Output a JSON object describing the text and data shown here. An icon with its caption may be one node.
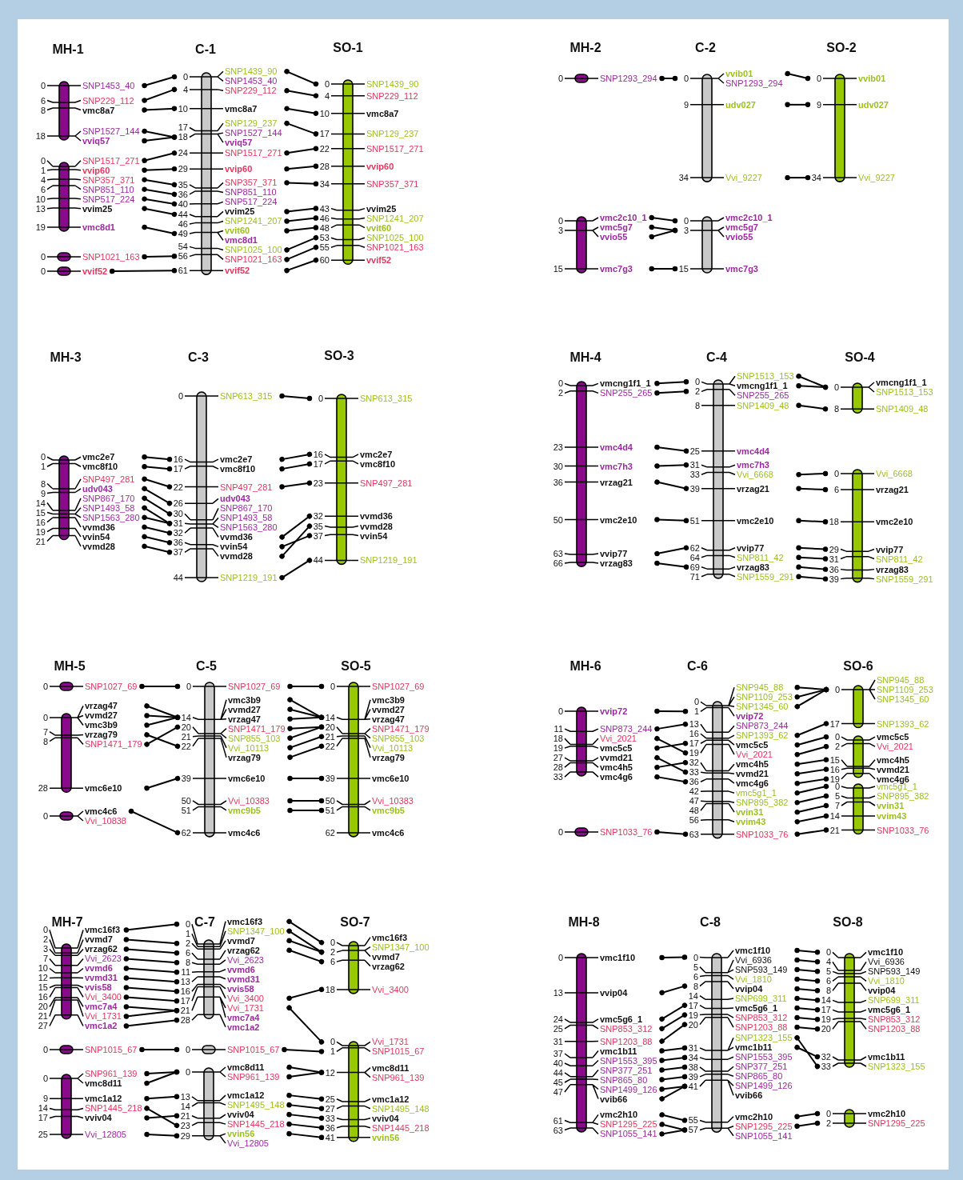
{
  "diagram": {
    "nodes": [
      {
        "text": [],
        "shape": "bar",
        "beside": [
          "0",
          "SNP1453_40",
          "6",
          "SNP229_112",
          "8",
          "vmc8a7",
          "18",
          "SNP1527_144",
          "vviq57"
        ]
      },
      {
        "text": [],
        "shape": "bar",
        "beside": [
          "0",
          "SNP1517_271",
          "1",
          "vvip60",
          "4",
          "SNP357_371",
          "6",
          "SNP851_110",
          "10",
          "SNP517_224",
          "13",
          "vvim25",
          "19",
          "vmc8d1"
        ]
      },
      {
        "text": [],
        "shape": "bar",
        "beside": [
          "0",
          "SNP1021_163"
        ]
      },
      {
        "text": [],
        "shape": "bar",
        "beside": [
          "0",
          "vvif52"
        ]
      },
      {
        "text": [],
        "shape": "bar",
        "beside": [
          "0",
          "SNP1439_90",
          "SNP1453_40",
          "4",
          "SNP229_112",
          "10",
          "vmc8a7",
          "17",
          "SNP129_237",
          "18",
          "SNP1527_144",
          "vviq57",
          "24",
          "SNP1517_271",
          "29",
          "vvip60",
          "35",
          "SNP357_371",
          "36",
          "SNP851_110",
          "40",
          "SNP517_224",
          "44",
          "vvim25",
          "46",
          "SNP1241_207",
          "49",
          "vvit60",
          "vmc8d1",
          "54",
          "SNP1025_100",
          "56",
          "SNP1021_163",
          "61",
          "vvif52"
        ]
      },
      {
        "text": [],
        "shape": "bar",
        "beside": [
          "0",
          "SNP1439_90",
          "4",
          "SNP229_112",
          "10",
          "vmc8a7",
          "17",
          "SNP129_237",
          "22",
          "SNP1517_271",
          "28",
          "vvip60",
          "34",
          "SNP357_371",
          "43",
          "vvim25",
          "46",
          "SNP1241_207",
          "48",
          "vvit60",
          "53",
          "SNP1025_100",
          "55",
          "SNP1021_163",
          "60",
          "vvif52"
        ]
      },
      {
        "text": [],
        "shape": "bar",
        "beside": [
          "0",
          "SNP1293_294"
        ]
      },
      {
        "text": [],
        "shape": "bar",
        "beside": [
          "0",
          "vmc2c10_1",
          "3",
          "vmc5g7",
          "vvio55",
          "15",
          "vmc7g3"
        ]
      },
      {
        "text": [],
        "shape": "bar",
        "beside": [
          "0",
          "vvib01",
          "SNP1293_294",
          "9",
          "udv027",
          "34",
          "Vvi_9227"
        ]
      },
      {
        "text": [],
        "shape": "bar",
        "beside": [
          "0",
          "vmc2c10_1",
          "3",
          "vmc5g7",
          "vvio55",
          "15",
          "vmc7g3"
        ]
      },
      {
        "text": [],
        "shape": "bar",
        "beside": [
          "0",
          "vvib01",
          "9",
          "udv027",
          "34",
          "Vvi_9227"
        ]
      },
      {
        "text": [],
        "shape": "bar",
        "beside": [
          "0",
          "vmc2e7",
          "1",
          "vmc8f10",
          "8",
          "SNP497_281",
          "9",
          "udv043",
          "14",
          "SNP867_170",
          "15",
          "SNP1493_58",
          "SNP1563_280",
          "16",
          "vvmd36",
          "19",
          "vvin54",
          "21",
          "vvmd28"
        ]
      },
      {
        "text": [],
        "shape": "bar",
        "beside": [
          "0",
          "SNP613_315",
          "16",
          "vmc2e7",
          "17",
          "vmc8f10",
          "22",
          "SNP497_281",
          "26",
          "udv043",
          "30",
          "SNP867_170",
          "31",
          "SNP1493_58",
          "SNP1563_280",
          "32",
          "vvmd36",
          "36",
          "vvin54",
          "37",
          "vvmd28",
          "44",
          "SNP1219_191"
        ]
      },
      {
        "text": [],
        "shape": "bar",
        "beside": [
          "0",
          "SNP613_315",
          "16",
          "vmc2e7",
          "17",
          "vmc8f10",
          "23",
          "SNP497_281",
          "32",
          "vvmd36",
          "35",
          "vvmd28",
          "37",
          "vvin54",
          "44",
          "SNP1219_191"
        ]
      },
      {
        "text": [],
        "shape": "bar",
        "beside": [
          "0",
          "vmcng1f1_1",
          "2",
          "SNP255_265",
          "23",
          "vmc4d4",
          "30",
          "vmc7h3",
          "36",
          "vrzag21",
          "50",
          "vmc2e10",
          "63",
          "vvip77",
          "66",
          "vrzag83"
        ]
      },
      {
        "text": [],
        "shape": "bar",
        "beside": [
          "0",
          "SNP1513_153",
          "vmcng1f1_1",
          "2",
          "SNP255_265",
          "8",
          "SNP1409_48",
          "25",
          "vmc4d4",
          "31",
          "vmc7h3",
          "33",
          "Vvi_6668",
          "39",
          "vrzag21",
          "51",
          "vmc2e10",
          "62",
          "vvip77",
          "64",
          "SNP811_42",
          "69",
          "vrzag83",
          "71",
          "SNP1559_291"
        ]
      },
      {
        "text": [],
        "shape": "bar",
        "beside": [
          "0",
          "vmcng1f1_1",
          "SNP1513_153",
          "8",
          "SNP1409_48"
        ]
      },
      {
        "text": [],
        "shape": "bar",
        "beside": [
          "0",
          "Vvi_6668",
          "6",
          "vrzag21",
          "18",
          "vmc2e10",
          "29",
          "vvip77",
          "31",
          "SNP811_42",
          "36",
          "vrzag83",
          "39",
          "SNP1559_291"
        ]
      },
      {
        "text": [],
        "shape": "bar",
        "beside": [
          "0",
          "SNP1027_69"
        ]
      },
      {
        "text": [],
        "shape": "bar",
        "beside": [
          "0",
          "vrzag47",
          "vvmd27",
          "vmc3b9",
          "7",
          "vrzag79",
          "8",
          "SNP1471_179",
          "28",
          "vmc6e10"
        ]
      },
      {
        "text": [],
        "shape": "bar",
        "beside": [
          "0",
          "vmc4c6",
          "Vvi_10838"
        ]
      },
      {
        "text": [],
        "shape": "bar",
        "beside": [
          "0",
          "SNP1027_69",
          "14",
          "vmc3b9",
          "vvmd27",
          "vrzag47",
          "20",
          "SNP1471_179",
          "SNP855_103",
          "21",
          "Vvi_10113",
          "22",
          "vrzag79",
          "39",
          "vmc6e10",
          "50",
          "Vvi_10383",
          "51",
          "vmc9b5",
          "62",
          "vmc4c6"
        ]
      },
      {
        "text": [],
        "shape": "bar",
        "beside": [
          "0",
          "SNP1027_69",
          "14",
          "vmc3b9",
          "vvmd27",
          "vrzag47",
          "20",
          "SNP1471_179",
          "SNP855_103",
          "21",
          "Vvi_10113",
          "22",
          "vrzag79",
          "39",
          "vmc6e10",
          "50",
          "Vvi_10383",
          "51",
          "vmc9b5",
          "62",
          "vmc4c6"
        ]
      },
      {
        "text": [],
        "shape": "bar",
        "beside": [
          "0",
          "vvip72",
          "11",
          "SNP873_244",
          "18",
          "Vvi_2021",
          "19",
          "vmc5c5",
          "27",
          "vvmd21",
          "28",
          "vmc4h5",
          "33",
          "vmc4g6"
        ]
      },
      {
        "text": [],
        "shape": "bar",
        "beside": [
          "0",
          "SNP1033_76"
        ]
      },
      {
        "text": [],
        "shape": "bar",
        "beside": [
          "0",
          "SNP945_88",
          "SNP1109_253",
          "SNP1345_60",
          "1",
          "vvip72",
          "13",
          "SNP873_244",
          "16",
          "SNP1393_62",
          "17",
          "vmc5c5",
          "19",
          "Vvi_2021",
          "32",
          "vmc4h5",
          "33",
          "vvmd21",
          "36",
          "vmc4g6",
          "42",
          "vmc5g1_1",
          "47",
          "SNP895_382",
          "48",
          "vvin31",
          "56",
          "vvim43",
          "63",
          "SNP1033_76"
        ]
      },
      {
        "text": [],
        "shape": "bar",
        "beside": [
          "0",
          "SNP945_88",
          "SNP1109_253",
          "SNP1345_60",
          "17",
          "SNP1393_62"
        ]
      },
      {
        "text": [],
        "shape": "bar",
        "beside": [
          "0",
          "vmc5c5",
          "2",
          "Vvi_2021",
          "15",
          "vmc4h5",
          "16",
          "vvmd21",
          "19",
          "vmc4g6"
        ]
      },
      {
        "text": [],
        "shape": "bar",
        "beside": [
          "0",
          "vmc5g1_1",
          "5",
          "SNP895_382",
          "7",
          "vvin31",
          "14",
          "vvim43",
          "21",
          "SNP1033_76"
        ]
      },
      {
        "text": [],
        "shape": "bar",
        "beside": [
          "0",
          "vmc16f3",
          "2",
          "vvmd7",
          "3",
          "vrzag62",
          "7",
          "Vvi_2623",
          "10",
          "vvmd6",
          "12",
          "vvmd31",
          "15",
          "vvis58",
          "16",
          "Vvi_3400",
          "20",
          "vmc7a4",
          "21",
          "Vvi_1731",
          "27",
          "vmc1a2"
        ]
      },
      {
        "text": [],
        "shape": "bar",
        "beside": [
          "0",
          "SNP1015_67"
        ]
      },
      {
        "text": [],
        "shape": "bar",
        "beside": [
          "0",
          "SNP961_139",
          "vmc8d11",
          "9",
          "vmc1a12",
          "14",
          "SNP1445_218",
          "17",
          "vviv04",
          "25",
          "Vvi_12805"
        ]
      },
      {
        "text": [],
        "shape": "bar",
        "beside": [
          "0",
          "vmc16f3",
          "1",
          "SNP1347_100",
          "2",
          "vvmd7",
          "6",
          "vrzag62",
          "8",
          "Vvi_2623",
          "11",
          "vvmd6",
          "13",
          "vvmd31",
          "16",
          "vvis58",
          "17",
          "Vvi_3400",
          "21",
          "Vvi_1731",
          "vmc7a4",
          "28",
          "vmc1a2"
        ]
      },
      {
        "text": [],
        "shape": "bar",
        "beside": [
          "0",
          "SNP1015_67"
        ]
      },
      {
        "text": [],
        "shape": "bar",
        "beside": [
          "0",
          "vmc8d11",
          "SNP961_139",
          "13",
          "vmc1a12",
          "14",
          "SNP1495_148",
          "21",
          "vviv04",
          "23",
          "SNP1445_218",
          "29",
          "vvin56",
          "Vvi_12805"
        ]
      },
      {
        "text": [],
        "shape": "bar",
        "beside": [
          "0",
          "vmc16f3",
          "2",
          "SNP1347_100",
          "vvmd7",
          "6",
          "vrzag62",
          "18",
          "Vvi_3400"
        ]
      },
      {
        "text": [],
        "shape": "bar",
        "beside": [
          "0",
          "Vvi_1731",
          "1",
          "SNP1015_67",
          "12",
          "vmc8d11",
          "SNP961_139",
          "25",
          "vmc1a12",
          "27",
          "SNP1495_148",
          "33",
          "vviv04",
          "36",
          "SNP1445_218",
          "41",
          "vvin56"
        ]
      },
      {
        "text": [],
        "shape": "bar",
        "beside": [
          "0",
          "vmc1f10",
          "13",
          "vvip04",
          "24",
          "vmc5g6_1",
          "25",
          "SNP853_312",
          "31",
          "SNP1203_88",
          "37",
          "vmc1b11",
          "40",
          "SNP1553_395",
          "44",
          "SNP377_251",
          "45",
          "SNP865_80",
          "47",
          "SNP1499_126",
          "vvib66",
          "61",
          "vmc2h10",
          "SNP1295_225",
          "63",
          "SNP1055_141"
        ]
      },
      {
        "text": [],
        "shape": "bar",
        "beside": [
          "0",
          "vmc1f10",
          "5",
          "Vvi_6936",
          "SNP593_149",
          "6",
          "Vvi_1810",
          "8",
          "vvip04",
          "14",
          "SNP699_311",
          "17",
          "vmc5g6_1",
          "19",
          "SNP853_312",
          "20",
          "SNP1203_88",
          "31",
          "SNP1323_155",
          "vmc1b11",
          "34",
          "SNP1553_395",
          "38",
          "SNP377_251",
          "39",
          "SNP865_80",
          "41",
          "SNP1499_126",
          "vvib66",
          "55",
          "vmc2h10",
          "57",
          "SNP1295_225",
          "SNP1055_141"
        ]
      },
      {
        "text": [],
        "shape": "bar",
        "beside": [
          "0",
          "vmc1f10",
          "4",
          "Vvi_6936",
          "5",
          "SNP593_149",
          "6",
          "Vvi_1810",
          "8",
          "vvip04",
          "14",
          "SNP699_311",
          "17",
          "vmc5g6_1",
          "19",
          "SNP853_312",
          "20",
          "SNP1203_88",
          "32",
          "vmc1b11",
          "33",
          "SNP1323_155"
        ]
      },
      {
        "text": [],
        "shape": "bar",
        "beside": [
          "0",
          "vmc2h10",
          "2",
          "SNP1295_225"
        ]
      }
    ],
    "edges": [
      {
        "from": 0,
        "to": 4,
        "arrow": "other"
      },
      {
        "from": 0,
        "to": 4,
        "arrow": "other"
      },
      {
        "from": 0,
        "to": 4,
        "arrow": "other"
      },
      {
        "from": 0,
        "to": 4,
        "arrow": "other"
      },
      {
        "from": 0,
        "to": 4,
        "arrow": "other"
      },
      {
        "from": 1,
        "to": 4,
        "arrow": "other"
      },
      {
        "from": 1,
        "to": 4,
        "arrow": "other"
      },
      {
        "from": 1,
        "to": 4,
        "arrow": "other"
      },
      {
        "from": 1,
        "to": 4,
        "arrow": "other"
      },
      {
        "from": 1,
        "to": 4,
        "arrow": "other"
      },
      {
        "from": 1,
        "to": 4,
        "arrow": "other"
      },
      {
        "from": 1,
        "to": 4,
        "arrow": "other"
      },
      {
        "from": 2,
        "to": 4,
        "arrow": "other"
      },
      {
        "from": 3,
        "to": 4,
        "arrow": "other"
      },
      {
        "from": 4,
        "to": 5,
        "arrow": "other"
      },
      {
        "from": 4,
        "to": 5,
        "arrow": "other"
      },
      {
        "from": 4,
        "to": 5,
        "arrow": "other"
      },
      {
        "from": 4,
        "to": 5,
        "arrow": "other"
      },
      {
        "from": 4,
        "to": 5,
        "arrow": "other"
      },
      {
        "from": 4,
        "to": 5,
        "arrow": "other"
      },
      {
        "from": 4,
        "to": 5,
        "arrow": "other"
      },
      {
        "from": 4,
        "to": 5,
        "arrow": "other"
      },
      {
        "from": 4,
        "to": 5,
        "arrow": "other"
      },
      {
        "from": 4,
        "to": 5,
        "arrow": "other"
      },
      {
        "from": 4,
        "to": 5,
        "arrow": "other"
      },
      {
        "from": 4,
        "to": 5,
        "arrow": "other"
      },
      {
        "from": 4,
        "to": 5,
        "arrow": "other"
      },
      {
        "from": 6,
        "to": 8,
        "arrow": "other"
      },
      {
        "from": 7,
        "to": 9,
        "arrow": "other"
      },
      {
        "from": 7,
        "to": 9,
        "arrow": "other"
      },
      {
        "from": 7,
        "to": 9,
        "arrow": "other"
      },
      {
        "from": 7,
        "to": 9,
        "arrow": "other"
      },
      {
        "from": 8,
        "to": 10,
        "arrow": "other"
      },
      {
        "from": 8,
        "to": 10,
        "arrow": "other"
      },
      {
        "from": 8,
        "to": 10,
        "arrow": "other"
      },
      {
        "from": 11,
        "to": 12,
        "arrow": "other"
      },
      {
        "from": 11,
        "to": 12,
        "arrow": "other"
      },
      {
        "from": 11,
        "to": 12,
        "arrow": "other"
      },
      {
        "from": 11,
        "to": 12,
        "arrow": "other"
      },
      {
        "from": 11,
        "to": 12,
        "arrow": "other"
      },
      {
        "from": 11,
        "to": 12,
        "arrow": "other"
      },
      {
        "from": 11,
        "to": 12,
        "arrow": "other"
      },
      {
        "from": 11,
        "to": 12,
        "arrow": "other"
      },
      {
        "from": 11,
        "to": 12,
        "arrow": "other"
      },
      {
        "from": 11,
        "to": 12,
        "arrow": "other"
      },
      {
        "from": 12,
        "to": 13,
        "arrow": "other"
      },
      {
        "from": 12,
        "to": 13,
        "arrow": "other"
      },
      {
        "from": 12,
        "to": 13,
        "arrow": "other"
      },
      {
        "from": 12,
        "to": 13,
        "arrow": "other"
      },
      {
        "from": 12,
        "to": 13,
        "arrow": "other"
      },
      {
        "from": 12,
        "to": 13,
        "arrow": "other"
      },
      {
        "from": 12,
        "to": 13,
        "arrow": "other"
      },
      {
        "from": 12,
        "to": 13,
        "arrow": "other"
      },
      {
        "from": 14,
        "to": 15,
        "arrow": "other"
      },
      {
        "from": 14,
        "to": 15,
        "arrow": "other"
      },
      {
        "from": 14,
        "to": 15,
        "arrow": "other"
      },
      {
        "from": 14,
        "to": 15,
        "arrow": "other"
      },
      {
        "from": 14,
        "to": 15,
        "arrow": "other"
      },
      {
        "from": 14,
        "to": 15,
        "arrow": "other"
      },
      {
        "from": 14,
        "to": 15,
        "arrow": "other"
      },
      {
        "from": 14,
        "to": 15,
        "arrow": "other"
      },
      {
        "from": 15,
        "to": 16,
        "arrow": "other"
      },
      {
        "from": 15,
        "to": 16,
        "arrow": "other"
      },
      {
        "from": 15,
        "to": 16,
        "arrow": "other"
      },
      {
        "from": 15,
        "to": 17,
        "arrow": "other"
      },
      {
        "from": 15,
        "to": 17,
        "arrow": "other"
      },
      {
        "from": 15,
        "to": 17,
        "arrow": "other"
      },
      {
        "from": 15,
        "to": 17,
        "arrow": "other"
      },
      {
        "from": 15,
        "to": 17,
        "arrow": "other"
      },
      {
        "from": 15,
        "to": 17,
        "arrow": "other"
      },
      {
        "from": 15,
        "to": 17,
        "arrow": "other"
      },
      {
        "from": 18,
        "to": 21,
        "arrow": "other"
      },
      {
        "from": 19,
        "to": 21,
        "arrow": "other"
      },
      {
        "from": 19,
        "to": 21,
        "arrow": "other"
      },
      {
        "from": 19,
        "to": 21,
        "arrow": "other"
      },
      {
        "from": 19,
        "to": 21,
        "arrow": "other"
      },
      {
        "from": 19,
        "to": 21,
        "arrow": "other"
      },
      {
        "from": 19,
        "to": 21,
        "arrow": "other"
      },
      {
        "from": 20,
        "to": 21,
        "arrow": "other"
      },
      {
        "from": 21,
        "to": 22,
        "arrow": "other"
      },
      {
        "from": 21,
        "to": 22,
        "arrow": "other"
      },
      {
        "from": 21,
        "to": 22,
        "arrow": "other"
      },
      {
        "from": 21,
        "to": 22,
        "arrow": "other"
      },
      {
        "from": 21,
        "to": 22,
        "arrow": "other"
      },
      {
        "from": 21,
        "to": 22,
        "arrow": "other"
      },
      {
        "from": 21,
        "to": 22,
        "arrow": "other"
      },
      {
        "from": 21,
        "to": 22,
        "arrow": "other"
      },
      {
        "from": 21,
        "to": 22,
        "arrow": "other"
      },
      {
        "from": 21,
        "to": 22,
        "arrow": "other"
      },
      {
        "from": 21,
        "to": 22,
        "arrow": "other"
      },
      {
        "from": 23,
        "to": 25,
        "arrow": "other"
      },
      {
        "from": 23,
        "to": 25,
        "arrow": "other"
      },
      {
        "from": 23,
        "to": 25,
        "arrow": "other"
      },
      {
        "from": 23,
        "to": 25,
        "arrow": "other"
      },
      {
        "from": 23,
        "to": 25,
        "arrow": "other"
      },
      {
        "from": 23,
        "to": 25,
        "arrow": "other"
      },
      {
        "from": 23,
        "to": 25,
        "arrow": "other"
      },
      {
        "from": 24,
        "to": 25,
        "arrow": "other"
      },
      {
        "from": 25,
        "to": 26,
        "arrow": "other"
      },
      {
        "from": 25,
        "to": 26,
        "arrow": "other"
      },
      {
        "from": 25,
        "to": 26,
        "arrow": "other"
      },
      {
        "from": 25,
        "to": 26,
        "arrow": "other"
      },
      {
        "from": 25,
        "to": 27,
        "arrow": "other"
      },
      {
        "from": 25,
        "to": 27,
        "arrow": "other"
      },
      {
        "from": 25,
        "to": 27,
        "arrow": "other"
      },
      {
        "from": 25,
        "to": 27,
        "arrow": "other"
      },
      {
        "from": 25,
        "to": 27,
        "arrow": "other"
      },
      {
        "from": 25,
        "to": 28,
        "arrow": "other"
      },
      {
        "from": 25,
        "to": 28,
        "arrow": "other"
      },
      {
        "from": 25,
        "to": 28,
        "arrow": "other"
      },
      {
        "from": 25,
        "to": 28,
        "arrow": "other"
      },
      {
        "from": 25,
        "to": 28,
        "arrow": "other"
      },
      {
        "from": 29,
        "to": 32,
        "arrow": "other"
      },
      {
        "from": 29,
        "to": 32,
        "arrow": "other"
      },
      {
        "from": 29,
        "to": 32,
        "arrow": "other"
      },
      {
        "from": 29,
        "to": 32,
        "arrow": "other"
      },
      {
        "from": 29,
        "to": 32,
        "arrow": "other"
      },
      {
        "from": 29,
        "to": 32,
        "arrow": "other"
      },
      {
        "from": 29,
        "to": 32,
        "arrow": "other"
      },
      {
        "from": 29,
        "to": 32,
        "arrow": "other"
      },
      {
        "from": 29,
        "to": 32,
        "arrow": "other"
      },
      {
        "from": 29,
        "to": 32,
        "arrow": "other"
      },
      {
        "from": 29,
        "to": 32,
        "arrow": "other"
      },
      {
        "from": 30,
        "to": 33,
        "arrow": "other"
      },
      {
        "from": 31,
        "to": 34,
        "arrow": "other"
      },
      {
        "from": 31,
        "to": 34,
        "arrow": "other"
      },
      {
        "from": 31,
        "to": 34,
        "arrow": "other"
      },
      {
        "from": 31,
        "to": 34,
        "arrow": "other"
      },
      {
        "from": 31,
        "to": 34,
        "arrow": "other"
      },
      {
        "from": 31,
        "to": 34,
        "arrow": "other"
      },
      {
        "from": 32,
        "to": 35,
        "arrow": "other"
      },
      {
        "from": 32,
        "to": 35,
        "arrow": "other"
      },
      {
        "from": 32,
        "to": 35,
        "arrow": "other"
      },
      {
        "from": 32,
        "to": 35,
        "arrow": "other"
      },
      {
        "from": 32,
        "to": 35,
        "arrow": "other"
      },
      {
        "from": 32,
        "to": 36,
        "arrow": "other"
      },
      {
        "from": 33,
        "to": 36,
        "arrow": "other"
      },
      {
        "from": 34,
        "to": 36,
        "arrow": "other"
      },
      {
        "from": 34,
        "to": 36,
        "arrow": "other"
      },
      {
        "from": 34,
        "to": 36,
        "arrow": "other"
      },
      {
        "from": 34,
        "to": 36,
        "arrow": "other"
      },
      {
        "from": 34,
        "to": 36,
        "arrow": "other"
      },
      {
        "from": 34,
        "to": 36,
        "arrow": "other"
      },
      {
        "from": 34,
        "to": 36,
        "arrow": "other"
      },
      {
        "from": 37,
        "to": 38,
        "arrow": "other"
      },
      {
        "from": 37,
        "to": 38,
        "arrow": "other"
      },
      {
        "from": 37,
        "to": 38,
        "arrow": "other"
      },
      {
        "from": 37,
        "to": 38,
        "arrow": "other"
      },
      {
        "from": 37,
        "to": 38,
        "arrow": "other"
      },
      {
        "from": 37,
        "to": 38,
        "arrow": "other"
      },
      {
        "from": 37,
        "to": 38,
        "arrow": "other"
      },
      {
        "from": 37,
        "to": 38,
        "arrow": "other"
      },
      {
        "from": 37,
        "to": 38,
        "arrow": "other"
      },
      {
        "from": 37,
        "to": 38,
        "arrow": "other"
      },
      {
        "from": 37,
        "to": 38,
        "arrow": "other"
      },
      {
        "from": 37,
        "to": 38,
        "arrow": "other"
      },
      {
        "from": 37,
        "to": 38,
        "arrow": "other"
      },
      {
        "from": 37,
        "to": 38,
        "arrow": "other"
      },
      {
        "from": 38,
        "to": 39,
        "arrow": "other"
      },
      {
        "from": 38,
        "to": 39,
        "arrow": "other"
      },
      {
        "from": 38,
        "to": 39,
        "arrow": "other"
      },
      {
        "from": 38,
        "to": 39,
        "arrow": "other"
      },
      {
        "from": 38,
        "to": 39,
        "arrow": "other"
      },
      {
        "from": 38,
        "to": 39,
        "arrow": "other"
      },
      {
        "from": 38,
        "to": 39,
        "arrow": "other"
      },
      {
        "from": 38,
        "to": 39,
        "arrow": "other"
      },
      {
        "from": 38,
        "to": 39,
        "arrow": "other"
      },
      {
        "from": 38,
        "to": 39,
        "arrow": "other"
      },
      {
        "from": 38,
        "to": 39,
        "arrow": "other"
      },
      {
        "from": 38,
        "to": 40,
        "arrow": "other"
      },
      {
        "from": 38,
        "to": 40,
        "arrow": "other"
      }
    ],
    "labels": [
      "MH-1",
      "C-1",
      "SO-1",
      "MH-2",
      "C-2",
      "SO-2",
      "MH-3",
      "C-3",
      "SO-3",
      "MH-4",
      "C-4",
      "SO-4",
      "MH-5",
      "C-5",
      "SO-5",
      "MH-6",
      "C-6",
      "SO-6",
      "MH-7",
      "C-7",
      "SO-7",
      "MH-8",
      "C-8",
      "SO-8"
    ]
  }
}
